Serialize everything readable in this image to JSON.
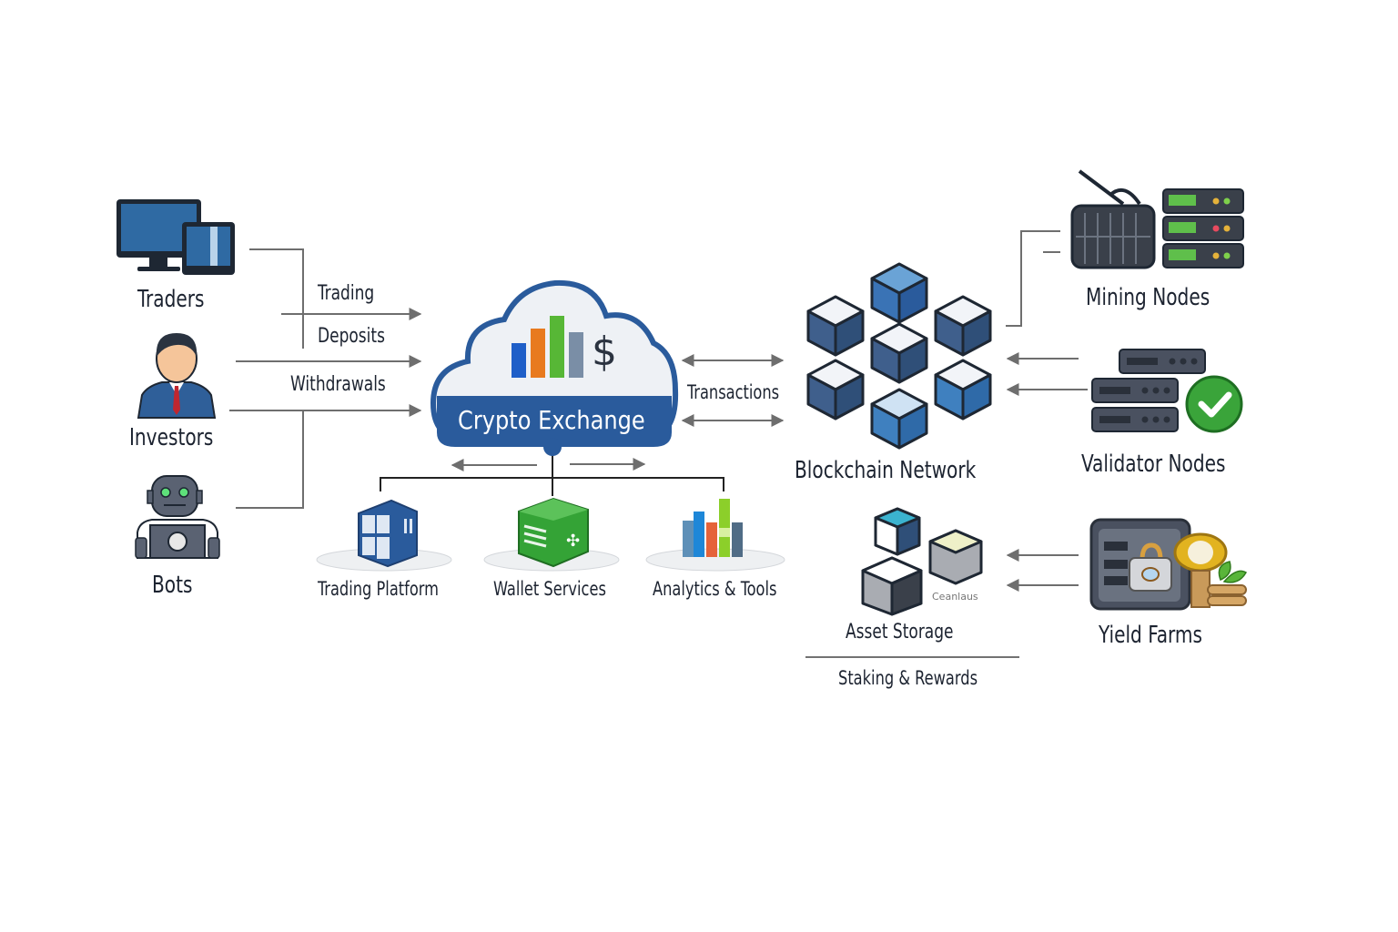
{
  "diagram": {
    "actors": [
      {
        "id": "traders",
        "label": "Traders",
        "icon": "computer-tablet-icon"
      },
      {
        "id": "investors",
        "label": "Investors",
        "icon": "businessman-icon"
      },
      {
        "id": "bots",
        "label": "Bots",
        "icon": "robot-icon"
      }
    ],
    "flows_in": [
      {
        "label": "Trading"
      },
      {
        "label": "Deposits"
      },
      {
        "label": "Withdrawals"
      }
    ],
    "exchange": {
      "label": "Crypto Exchange",
      "icon": "bar-chart-dollar-icon",
      "currency_symbol": "$",
      "services": [
        {
          "label": "Trading Platform",
          "icon": "blue-box-icon"
        },
        {
          "label": "Wallet Services",
          "icon": "green-wallet-icon"
        },
        {
          "label": "Analytics & Tools",
          "icon": "analytics-bars-icon"
        }
      ]
    },
    "transactions_label": "Transactions",
    "blockchain": {
      "label": "Blockchain Network",
      "icon": "cube-cluster-icon"
    },
    "right_nodes": [
      {
        "label": "Mining Nodes",
        "icon": "mining-rig-icon"
      },
      {
        "label": "Validator Nodes",
        "icon": "validator-server-check-icon"
      }
    ],
    "asset_storage": {
      "label": "Asset Storage",
      "icon": "storage-cubes-icon",
      "icon_caption": "Ceanlaus"
    },
    "yield_farms": {
      "label": "Yield Farms",
      "icon": "vault-coin-plant-icon"
    },
    "staking_label": "Staking & Rewards",
    "colors": {
      "exchange_blue": "#2a5b9c",
      "cloud_fill": "#eef1f5",
      "line_gray": "#6e6e6e",
      "text_dark": "#1c2330",
      "green_check": "#3aa43a"
    }
  }
}
